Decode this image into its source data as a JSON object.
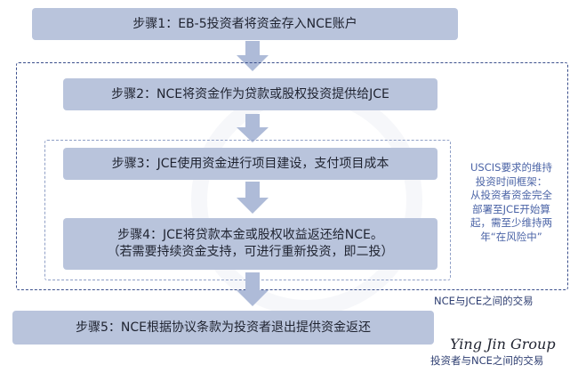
{
  "steps": [
    {
      "label": "步骤1：EB-5投资者将资金存入NCE账户"
    },
    {
      "label": "步骤2：NCE将资金作为贷款或股权投资提供给JCE"
    },
    {
      "label": "步骤3：JCE使用资金进行项目建设，支付项目成本"
    },
    {
      "line1": "步骤4：JCE将贷款本金或股权收益返还给NCE。",
      "line2": "（若需要持续资金支持，可进行重新投资，即二投）"
    },
    {
      "label": "步骤5：NCE根据协议条款为投资者退出提供资金返还"
    }
  ],
  "side_note": {
    "lines": [
      "USCIS要求的维持",
      "投资时间框架：",
      "从投资者资金完全",
      "部署至JCE开始算",
      "起，需至少维持两",
      "年“在风险中”"
    ]
  },
  "outer_frame_label": "NCE与JCE之间的交易",
  "bottom_label": "投资者与NCE之间的交易",
  "brand": "Ying Jin Group",
  "colors": {
    "box": "#b9c4dc",
    "arrow": "#aebbd8",
    "frame": "#3b4f8c",
    "note": "#4a63a6"
  }
}
